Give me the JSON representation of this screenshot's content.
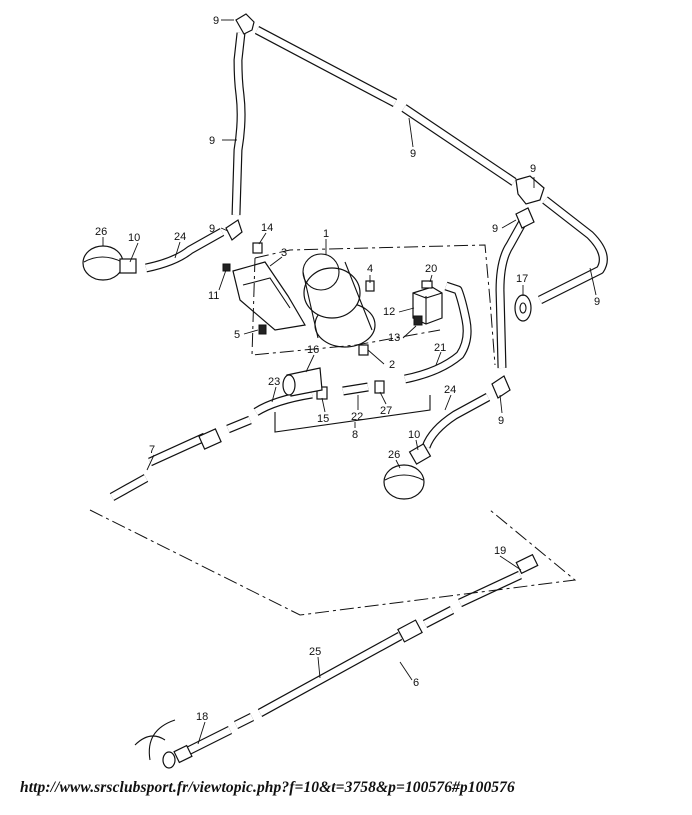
{
  "diagram": {
    "callouts": {
      "p1": "1",
      "p2": "2",
      "p3": "3",
      "p4": "4",
      "p5": "5",
      "p6": "6",
      "p7": "7",
      "p8": "8",
      "p9": "9",
      "p10": "10",
      "p11": "11",
      "p12": "12",
      "p13": "13",
      "p14": "14",
      "p15": "15",
      "p16": "16",
      "p17": "17",
      "p18": "18",
      "p19": "19",
      "p20": "20",
      "p21": "21",
      "p22": "22",
      "p23": "23",
      "p24": "24",
      "p25": "25",
      "p26": "26",
      "p27": "27"
    }
  },
  "footer": {
    "url": "http://www.srsclubsport.fr/viewtopic.php?f=10&t=3758&p=100576#p100576"
  }
}
